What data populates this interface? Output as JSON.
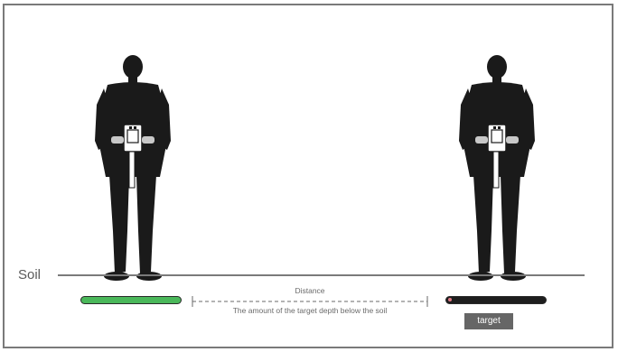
{
  "labels": {
    "soil": "Soil",
    "distance": "Distance",
    "depth_note": "The amount of the target depth below the soil",
    "target": "target"
  },
  "colors": {
    "frame": "#7a7a7a",
    "soil_line": "#7a7a7a",
    "left_bar": "#4ab85a",
    "right_bar": "#1e1e1e",
    "target_badge": "#666666",
    "silhouette": "#1a1a1a"
  },
  "figures": [
    {
      "name": "person-with-detector-left",
      "icon": "person-holding-device-icon"
    },
    {
      "name": "person-with-detector-right",
      "icon": "person-holding-device-icon"
    }
  ]
}
